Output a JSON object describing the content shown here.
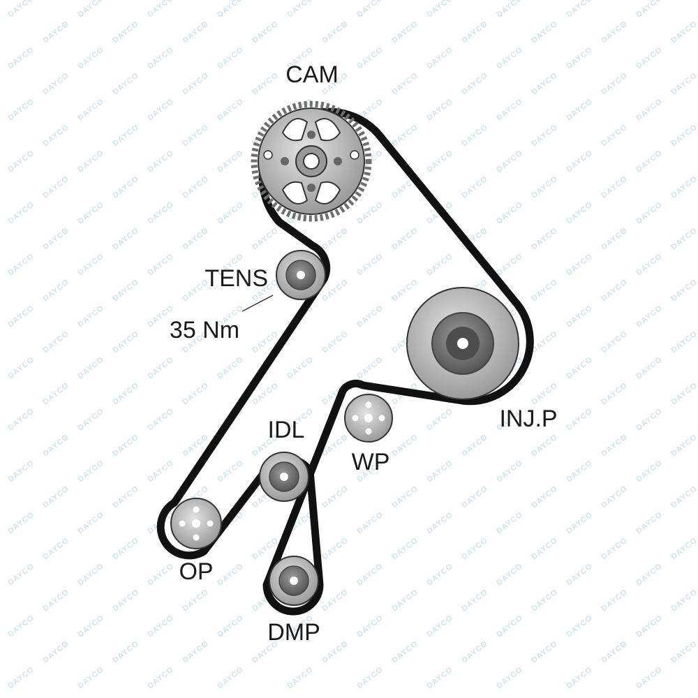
{
  "watermark": "DAYCO",
  "labels": {
    "cam": "CAM",
    "tensioner": "TENS",
    "torque": "35 Nm",
    "injection_pump": "INJ.P",
    "idler": "IDL",
    "water_pump": "WP",
    "oil_pump": "OP",
    "damper": "DMP"
  },
  "colors": {
    "belt": "#111111",
    "pulley": "#bdbdbd",
    "pulley_dark": "#7a7a7a",
    "watermark": "#cfe4ee"
  }
}
